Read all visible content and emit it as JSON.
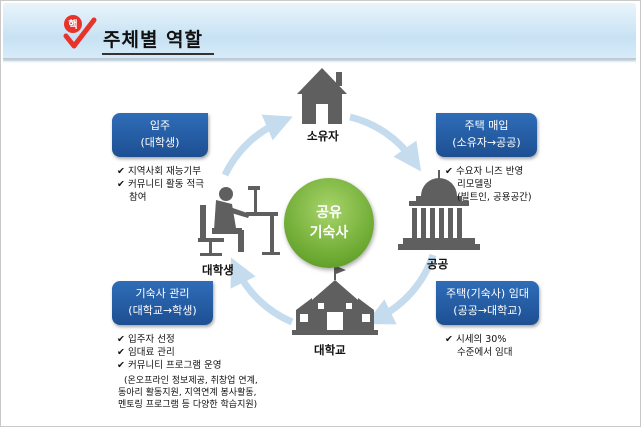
{
  "header": {
    "icon_text": "핵",
    "title": "주체별 역할"
  },
  "center": {
    "line1": "공유",
    "line2": "기숙사"
  },
  "nodes": {
    "owner": "소유자",
    "public": "공공",
    "university": "대학교",
    "student": "대학생"
  },
  "boxes": {
    "top_left": {
      "line1": "입주",
      "line2": "(대학생)"
    },
    "top_right": {
      "line1": "주택 매입",
      "line2": "(소유자→공공)"
    },
    "bottom_left": {
      "line1": "기숙사 관리",
      "line2": "(대학교→학생)"
    },
    "bottom_right": {
      "line1": "주택(기숙사) 임대",
      "line2": "(공공→대학교)"
    }
  },
  "bullets": {
    "top_left": [
      {
        "text": "지역사회 재능기부"
      },
      {
        "text": "커뮤니티 활동 적극",
        "cont": "참여"
      }
    ],
    "top_right": [
      {
        "text": "수요자 니즈 반영",
        "cont": "리모델링",
        "note": "(빌트인, 공용공간)"
      }
    ],
    "bottom_left": [
      {
        "text": "입주자 선정"
      },
      {
        "text": "임대료 관리"
      },
      {
        "text": "커뮤니티 프로그램 운영"
      }
    ],
    "bottom_left_note": [
      "(온오프라인 정보제공, 취창업 연계,",
      "동아리 활동지원, 지역연계 봉사활동,",
      "멘토링 프로그램 등 다양한 학습지원)"
    ],
    "bottom_right": [
      {
        "text": "시세의 30%",
        "cont": "수준에서 임대"
      }
    ],
    "marker": "✔"
  },
  "colors": {
    "box_blue": "#2361a8",
    "center_green": "#6aa830",
    "cycle_arrow": "#c5dcef",
    "icon_gray": "#5f5f5f"
  }
}
